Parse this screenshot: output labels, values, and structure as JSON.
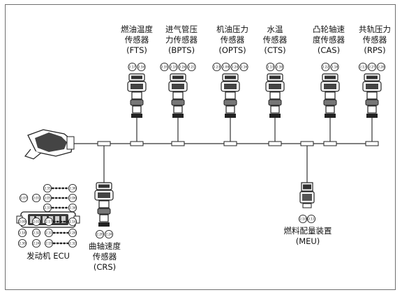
{
  "sensors": [
    {
      "lines": [
        "燃油温度",
        "传感器",
        "(FTS)"
      ],
      "pins": [
        "2.17",
        "2.34"
      ]
    },
    {
      "lines": [
        "进气管压",
        "力传感器",
        "(BPTS)"
      ],
      "pins": [
        "2.35",
        "2.15",
        "2.26",
        "2.21"
      ]
    },
    {
      "lines": [
        "机油压力",
        "传感器",
        "(OPTS)"
      ],
      "pins": [
        "2.23",
        "2.09",
        "2.20",
        "2.16"
      ]
    },
    {
      "lines": [
        "水温",
        "传感器",
        "(CTS)"
      ],
      "pins": [
        "2.13",
        "2.30"
      ]
    },
    {
      "lines": [
        "凸轮轴速",
        "度传感器",
        "(CAS)"
      ],
      "pins": [
        "2.22",
        "2.18"
      ]
    },
    {
      "lines": [
        "共轨压力",
        "传感器",
        "(RPS)"
      ],
      "pins": [
        "2.13",
        "2.27",
        "2.28"
      ]
    }
  ],
  "crs": {
    "lines": [
      "曲轴速度",
      "传感器",
      "(CRS)"
    ],
    "pins": [
      "2.20",
      "2.24"
    ]
  },
  "meu": {
    "lines": [
      "燃料配量装置",
      "(MEU)"
    ],
    "pins": [
      "2.10",
      "2.11"
    ]
  },
  "ecu": {
    "label": "发动机 ECU",
    "pins_top": [
      [
        "2.35",
        "2.36"
      ],
      [
        "2.07",
        "2.01",
        "2.05",
        "2.06"
      ],
      [
        "2.33",
        "2.34"
      ]
    ],
    "pins_bottom": [
      [
        "2.09",
        "2.01",
        "2.17",
        "2.16"
      ],
      [
        "2.18",
        "2.32",
        "2.31",
        "2.28"
      ],
      [
        "2.30",
        "2.24",
        "2.19",
        "2.32"
      ]
    ]
  }
}
